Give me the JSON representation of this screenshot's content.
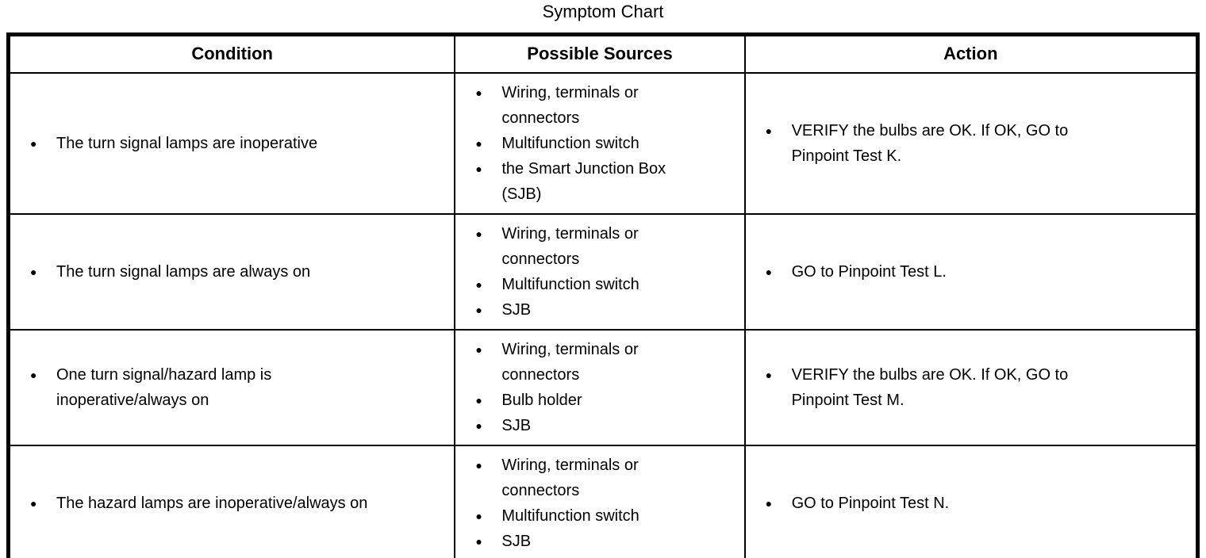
{
  "title": "Symptom Chart",
  "table": {
    "headers": [
      "Condition",
      "Possible Sources",
      "Action"
    ],
    "bullet_icon": "●",
    "rows": [
      {
        "condition": [
          "The turn signal lamps are inoperative"
        ],
        "sources": [
          "Wiring, terminals or connectors",
          "Multifunction switch",
          "the Smart Junction Box (SJB)"
        ],
        "action": [
          "VERIFY the bulbs are OK. If OK, GO to Pinpoint Test K."
        ]
      },
      {
        "condition": [
          "The turn signal lamps are always on"
        ],
        "sources": [
          "Wiring, terminals or connectors",
          "Multifunction switch",
          "SJB"
        ],
        "action": [
          "GO to Pinpoint Test L."
        ]
      },
      {
        "condition": [
          "One turn signal/hazard lamp is inoperative/always on"
        ],
        "sources": [
          "Wiring, terminals or connectors",
          "Bulb holder",
          "SJB"
        ],
        "action": [
          "VERIFY the bulbs are OK. If OK, GO to Pinpoint Test M."
        ]
      },
      {
        "condition": [
          "The hazard lamps are inoperative/always on"
        ],
        "sources": [
          "Wiring, terminals or connectors",
          "Multifunction switch",
          "SJB"
        ],
        "action": [
          "GO to Pinpoint Test N."
        ]
      }
    ]
  }
}
